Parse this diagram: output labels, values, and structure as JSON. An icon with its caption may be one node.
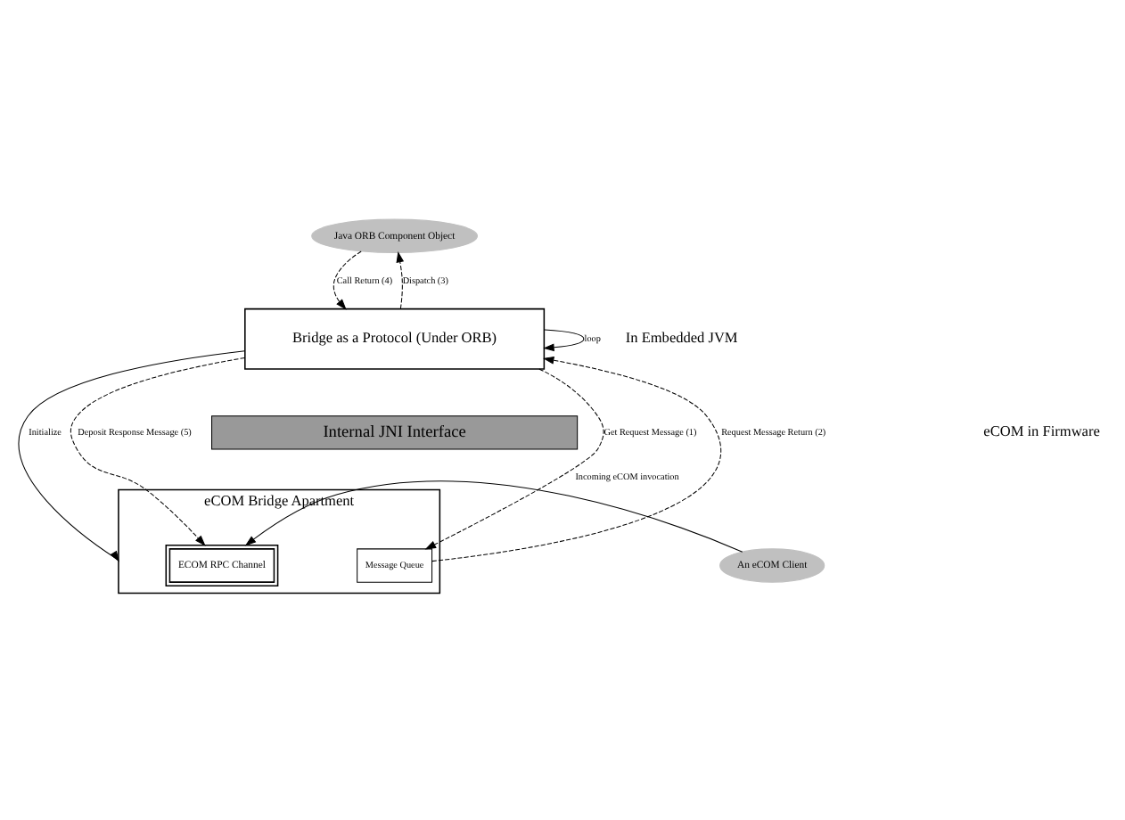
{
  "diagram": {
    "nodes": [
      {
        "text": [
          "Java ORB Component Object"
        ]
      },
      {
        "text": [
          "Bridge as a Protocol (Under ORB)"
        ]
      },
      {
        "text": [
          "Internal JNI Interface"
        ]
      },
      {
        "text": [
          "eCOM Bridge Apartment"
        ]
      },
      {
        "text": [
          "Message Queue"
        ],
        "in": 3
      },
      {
        "text": [
          "ECOM RPC Channel"
        ],
        "in": 3
      },
      {
        "text": [
          "An eCOM Client"
        ]
      }
    ],
    "edges": [
      {
        "from": 1,
        "to": 3,
        "arrow": "to",
        "label": "Initialize"
      },
      {
        "from": 1,
        "to": 4,
        "arrow": "to",
        "label": "Get Request Message (1)",
        "style": "dashed"
      },
      {
        "from": 4,
        "to": 1,
        "arrow": "to",
        "label": "Request Message Return (2)",
        "style": "dashed"
      },
      {
        "from": 1,
        "to": 0,
        "arrow": "to",
        "label": "Dispatch (3)",
        "style": "dashed"
      },
      {
        "from": 0,
        "to": 1,
        "arrow": "to",
        "label": "Call Return (4)",
        "style": "dashed"
      },
      {
        "from": 1,
        "to": 1,
        "arrow": "to",
        "label": "loop"
      },
      {
        "from": 1,
        "to": 5,
        "arrow": "to",
        "label": "Deposit Response Message (5)",
        "style": "dashed"
      },
      {
        "from": 6,
        "to": 5,
        "arrow": "to",
        "label": "Incoming eCOM invocation"
      }
    ],
    "labels": [
      "In Embedded JVM",
      "eCOM in Firmware"
    ]
  }
}
